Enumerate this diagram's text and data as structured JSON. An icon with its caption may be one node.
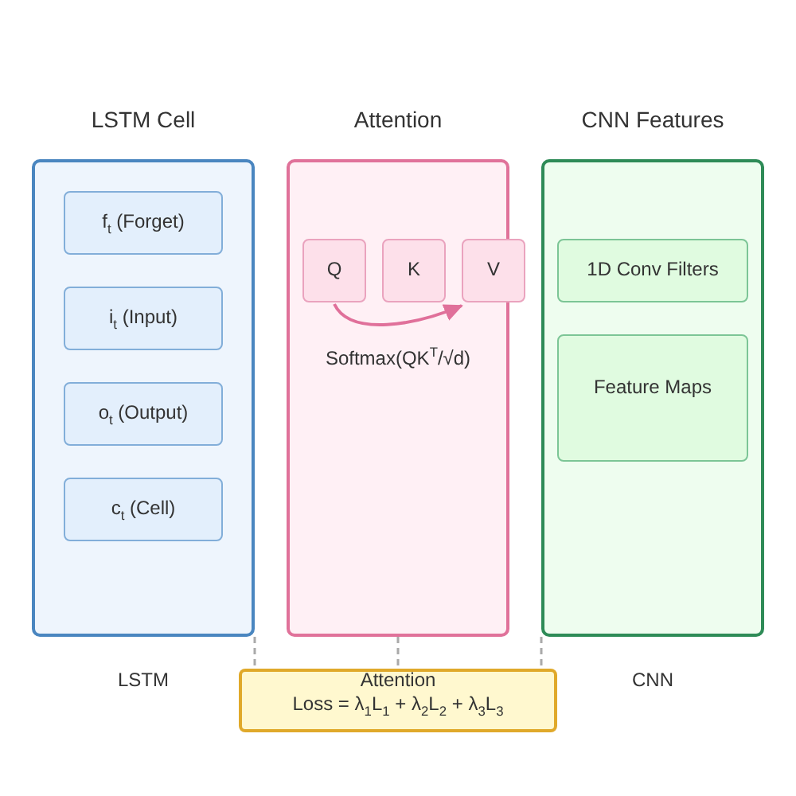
{
  "diagram": {
    "nodes": [
      {
        "text": [
          "LSTM Cell"
        ]
      },
      {
        "text": [
          "f$_{t}$ (Forget)"
        ],
        "in": 0
      },
      {
        "text": [
          "i$_{t}$ (Input)"
        ],
        "in": 0
      },
      {
        "text": [
          "o$_{t}$ (Output)"
        ],
        "in": 0
      },
      {
        "text": [
          "c$_{t}$ (Cell)"
        ],
        "in": 0
      },
      {
        "text": [
          "Attention",
          "Softmax(QK$^{T}$/√d)"
        ]
      },
      {
        "text": [
          "Q"
        ],
        "in": 5
      },
      {
        "text": [
          "K"
        ],
        "in": 5
      },
      {
        "text": [
          "V"
        ]
      },
      {
        "text": [
          "CNN Features"
        ]
      },
      {
        "text": [
          "1D Conv Filters"
        ],
        "in": 9
      },
      {
        "text": [
          "Feature Maps"
        ],
        "in": 9
      },
      {
        "text": [
          "Loss = λ$_{1}$L$_{1}$ + λ$_{2}$L$_{2}$ + λ$_{3}$L$_{3}$"
        ]
      }
    ],
    "edges": [
      {
        "from": 0,
        "to": 12,
        "arrow": "none",
        "style": "dashed"
      },
      {
        "from": 5,
        "to": 12,
        "arrow": "none",
        "style": "dashed"
      },
      {
        "from": 9,
        "to": 12,
        "arrow": "none",
        "style": "dashed"
      },
      {
        "from": 6,
        "to": 8,
        "arrow": "to",
        "color": "#e0709a"
      }
    ],
    "labels": [
      "LSTM",
      "Attention",
      "CNN"
    ]
  }
}
